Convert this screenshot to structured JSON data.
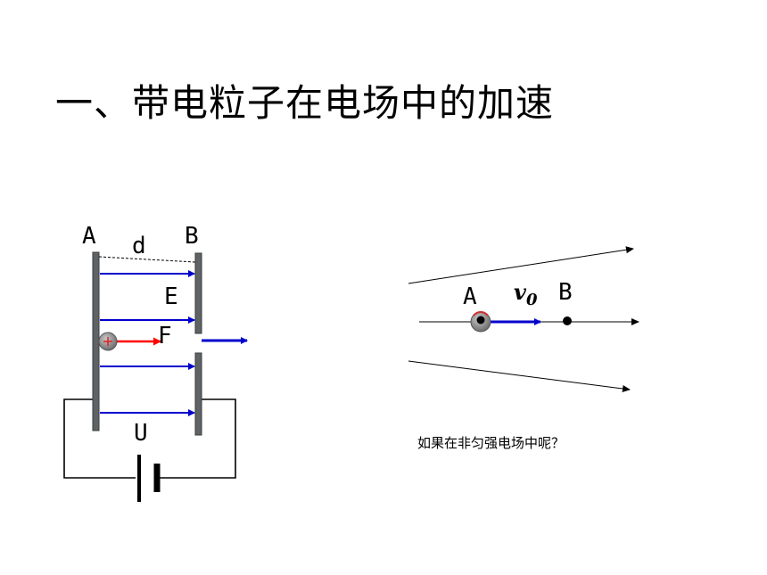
{
  "title": "一、带电粒子在电场中的加速",
  "left_figure": {
    "plate_a_label": "A",
    "plate_b_label": "B",
    "gap_label": "d",
    "field_label": "E",
    "force_label": "F",
    "voltage_label": "U",
    "colors": {
      "field_line": "#0000cc",
      "force_arrow": "#ff0000",
      "plate": "#5f6366"
    }
  },
  "right_figure": {
    "point_a_label": "A",
    "point_b_label": "B",
    "velocity_label": "v",
    "velocity_subscript": "0",
    "question": "如果在非匀强电场中呢？"
  }
}
